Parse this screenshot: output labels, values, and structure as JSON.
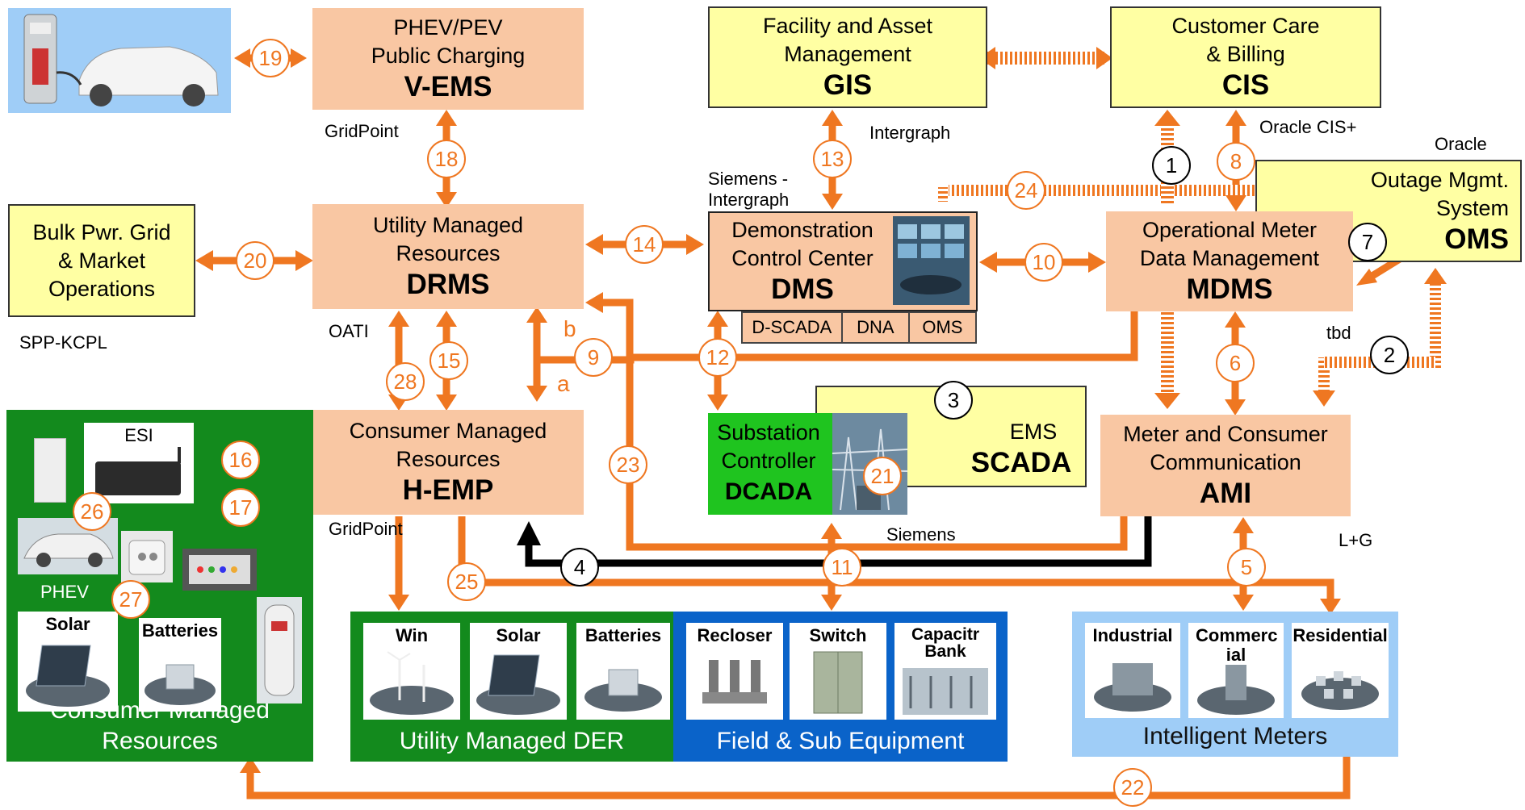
{
  "boxes": {
    "vems": {
      "line1": "PHEV/PEV",
      "line2": "Public Charging",
      "code": "V-EMS"
    },
    "gis": {
      "line1": "Facility and Asset",
      "line2": "Management",
      "code": "GIS"
    },
    "cis": {
      "line1": "Customer Care",
      "line2": "& Billing",
      "code": "CIS"
    },
    "bulk": {
      "line1": "Bulk Pwr. Grid",
      "line2": "& Market",
      "line3": "Operations"
    },
    "drms": {
      "line1": "Utility Managed",
      "line2": "Resources",
      "code": "DRMS"
    },
    "dms": {
      "line1": "Demonstration",
      "line2": "Control Center",
      "code": "DMS",
      "sub": [
        "D-SCADA",
        "DNA",
        "OMS"
      ]
    },
    "mdms": {
      "line1": "Operational Meter",
      "line2": "Data Management",
      "code": "MDMS"
    },
    "oms": {
      "line1": "Outage Mgmt.",
      "line2": "System",
      "code": "OMS"
    },
    "hemp": {
      "line1": "Consumer Managed",
      "line2": "Resources",
      "code": "H-EMP"
    },
    "ems": {
      "line1": "EMS",
      "code": "SCADA"
    },
    "substation": {
      "line1": "Substation",
      "line2": "Controller",
      "code": "DCADA"
    },
    "ami": {
      "line1": "Meter and Consumer",
      "line2": "Communication",
      "code": "AMI"
    }
  },
  "vendors": {
    "gridpoint_top": "GridPoint",
    "intergraph": "Intergraph",
    "oracle_cis": "Oracle CIS+",
    "oracle": "Oracle",
    "siemens_intergraph_1": "Siemens -",
    "siemens_intergraph_2": "Intergraph",
    "spp": "SPP-KCPL",
    "oati": "OATI",
    "tbd": "tbd",
    "gridpoint_bottom": "GridPoint",
    "siemens": "Siemens",
    "lg": "L+G"
  },
  "flow_letters": {
    "b": "b",
    "a": "a"
  },
  "numbers": [
    "1",
    "2",
    "3",
    "4",
    "5",
    "6",
    "7",
    "8",
    "9",
    "10",
    "11",
    "12",
    "13",
    "14",
    "15",
    "16",
    "17",
    "18",
    "19",
    "20",
    "21",
    "22",
    "23",
    "24",
    "25",
    "26",
    "27",
    "28"
  ],
  "panels": {
    "consumer": {
      "title_1": "Consumer Managed",
      "title_2": "Resources",
      "items": [
        "ESI",
        "PHEV",
        "Solar",
        "Batteries"
      ]
    },
    "der": {
      "title": "Utility Managed DER",
      "items": [
        "Win",
        "Solar",
        "Batteries"
      ]
    },
    "field": {
      "title": "Field & Sub Equipment",
      "items": [
        "Recloser",
        "Switch",
        "Capacitr Bank"
      ]
    },
    "meters": {
      "title": "Intelligent Meters",
      "items": [
        "Industrial",
        "Commerc ial",
        "Residential"
      ]
    }
  },
  "colors": {
    "orange": "#ef7721",
    "peach": "#f9c7a3",
    "yellow": "#ffffa3",
    "green": "#138a1d",
    "bright_green": "#1fc41f",
    "blue": "#0a63c9",
    "light_blue": "#9fcdf7"
  }
}
